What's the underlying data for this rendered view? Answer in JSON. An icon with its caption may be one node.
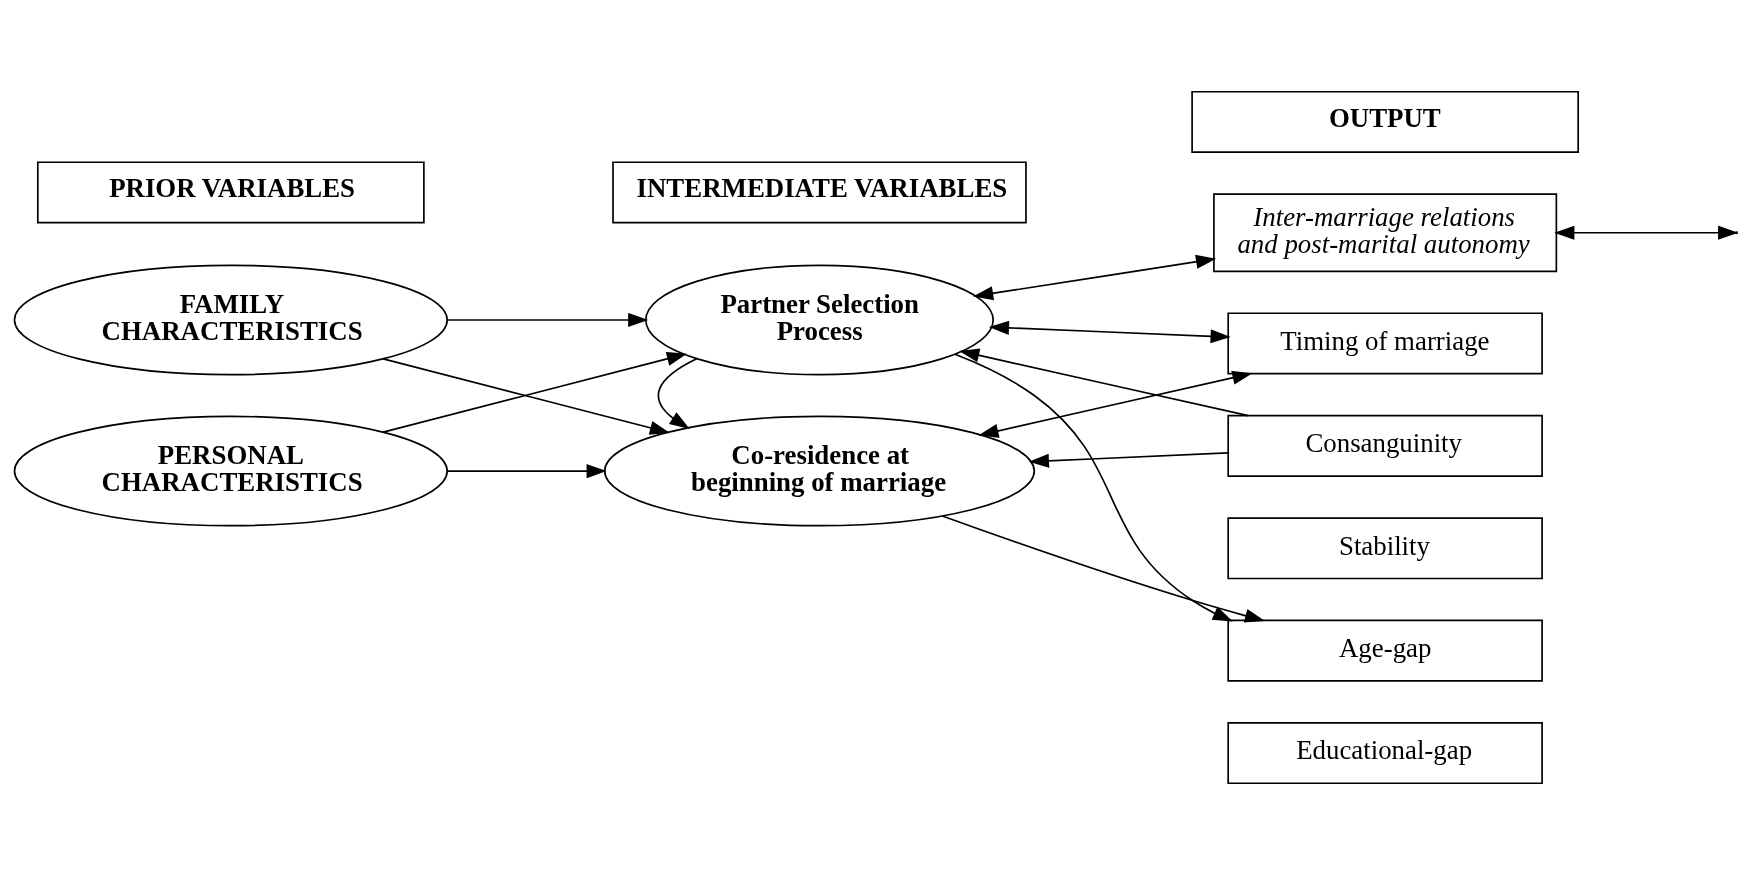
{
  "diagram": {
    "nodes": [
      {
        "text": [
          "PRIOR VARIABLES"
        ]
      },
      {
        "text": [
          "INTERMEDIATE VARIABLES"
        ]
      },
      {
        "text": [
          "OUTPUT"
        ]
      },
      {
        "text": [
          "Inter-marriage relations and post-marital autonomy"
        ]
      },
      {
        "text": [
          "FAMILY CHARACTERISTICS"
        ]
      },
      {
        "text": [
          "Partner Selection Process"
        ]
      },
      {
        "text": [
          "Timing of marriage"
        ]
      },
      {
        "text": [
          "Consanguinity"
        ]
      },
      {
        "text": [
          "PERSONAL CHARACTERISTICS"
        ]
      },
      {
        "text": [
          "Stability"
        ]
      },
      {
        "text": [
          "Age-gap"
        ]
      },
      {
        "text": [
          "Educational-gap"
        ]
      },
      {
        "text": [
          "Co-residence at beginning of marriage"
        ]
      }
    ],
    "edges": [
      {
        "from": 4,
        "to": 5,
        "arrow": "to"
      },
      {
        "from": 4,
        "to": 12,
        "arrow": "to"
      },
      {
        "from": 8,
        "to": 5,
        "arrow": "to"
      },
      {
        "from": 8,
        "to": 12,
        "arrow": "to"
      },
      {
        "from": 5,
        "to": 12,
        "arrow": "to"
      },
      {
        "from": 5,
        "to": 3,
        "arrow": "both"
      },
      {
        "from": 3,
        "to": null,
        "arrow": "both"
      },
      {
        "from": 5,
        "to": 6,
        "arrow": "both"
      },
      {
        "from": 7,
        "to": 5,
        "arrow": "to"
      },
      {
        "from": 12,
        "to": 6,
        "arrow": "both"
      },
      {
        "from": 7,
        "to": 12,
        "arrow": "to"
      },
      {
        "from": 5,
        "to": 10,
        "arrow": "to"
      },
      {
        "from": 12,
        "to": 10,
        "arrow": "to"
      }
    ]
  }
}
